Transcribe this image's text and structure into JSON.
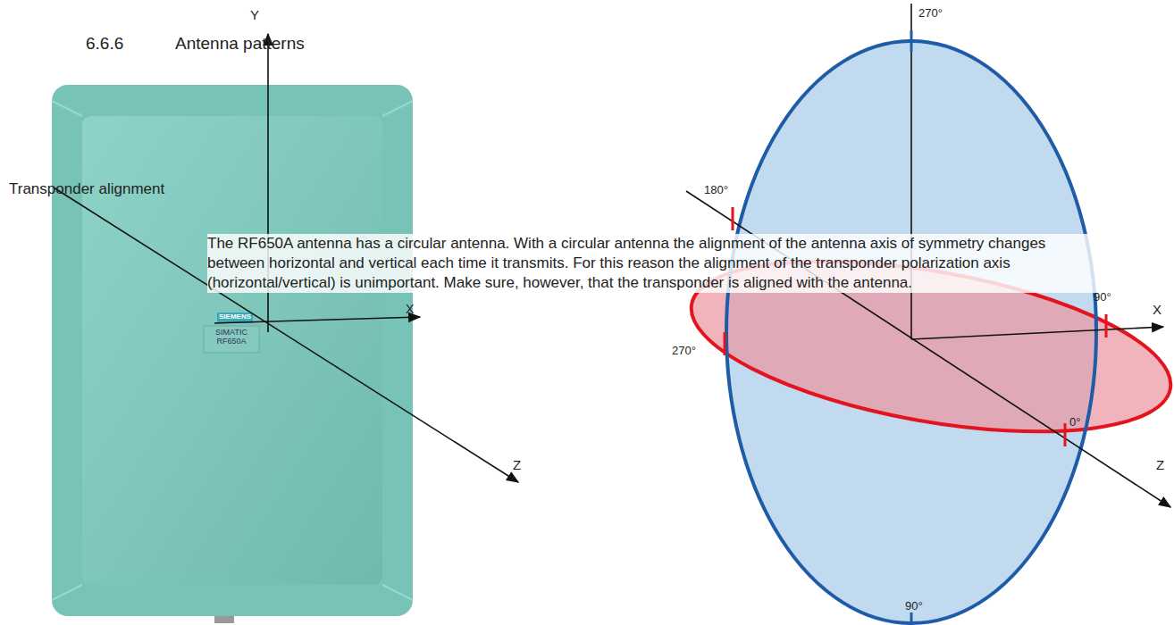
{
  "diagram": {
    "labels": [
      "Y",
      "6.6.6",
      "Antenna patterns",
      "Transponder alignment",
      "The RF650A antenna has a circular antenna. With a circular antenna the alignment of the antenna axis of symmetry changes between horizontal and vertical each time it transmits. For this reason the alignment of the transponder polarization axis (horizontal/vertical) is unimportant. Make sure, however, that the transponder is aligned with the antenna.",
      "SIEMENS",
      "SIMATIC RF650A",
      "X",
      "Z",
      "270°",
      "180°",
      "90°",
      "X",
      "270°",
      "0°",
      "Z",
      "90°"
    ]
  }
}
